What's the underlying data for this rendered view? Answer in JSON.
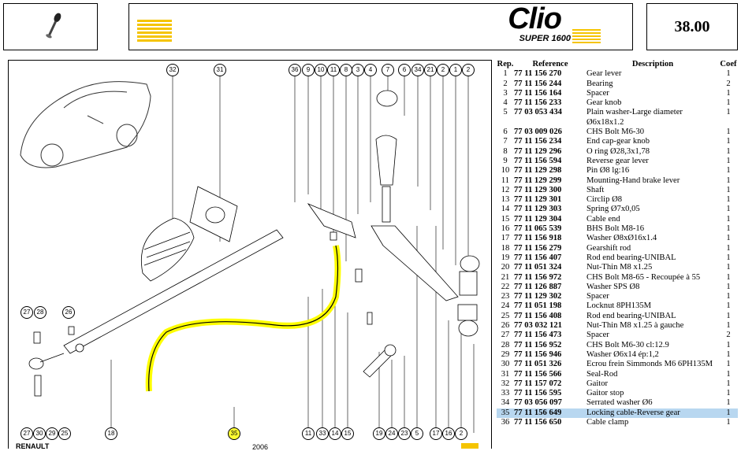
{
  "header": {
    "page_number": "38.00",
    "logo_text": "Clio",
    "logo_subtext": "SUPER 1600"
  },
  "diagram": {
    "top_callouts": [
      "32",
      "31",
      "36",
      "9",
      "10",
      "11",
      "8",
      "3",
      "4",
      "7",
      "6",
      "34",
      "21",
      "2",
      "1",
      "2"
    ],
    "left_callouts": [
      "27",
      "28",
      "26"
    ],
    "bottom_callouts": [
      "27",
      "30",
      "29",
      "25",
      "18",
      "35",
      "11",
      "33",
      "14",
      "15",
      "19",
      "24",
      "23",
      "5",
      "17",
      "16",
      "2"
    ],
    "footer_text": "RENAULT",
    "footer_year": "2006"
  },
  "table": {
    "headers": {
      "rep": "Rep.",
      "reference": "Reference",
      "description": "Description",
      "coef": "Coef"
    },
    "rows": [
      {
        "rep": "1",
        "ref": "77 11 156 270",
        "desc": "Gear lever",
        "coef": "1"
      },
      {
        "rep": "2",
        "ref": "77 11 156 244",
        "desc": "Bearing",
        "coef": "2"
      },
      {
        "rep": "3",
        "ref": "77 11 156 164",
        "desc": "Spacer",
        "coef": "1"
      },
      {
        "rep": "4",
        "ref": "77 11 156 233",
        "desc": "Gear knob",
        "coef": "1"
      },
      {
        "rep": "5",
        "ref": "77 03 053 434",
        "desc": "Plain washer-Large diameter Ø6x18x1.2",
        "coef": "1"
      },
      {
        "rep": "6",
        "ref": "77 03 009 026",
        "desc": "CHS Bolt M6-30",
        "coef": "1"
      },
      {
        "rep": "7",
        "ref": "77 11 156 234",
        "desc": "End cap-gear knob",
        "coef": "1"
      },
      {
        "rep": "8",
        "ref": "77 11 129 296",
        "desc": "O ring Ø28,3x1,78",
        "coef": "1"
      },
      {
        "rep": "9",
        "ref": "77 11 156 594",
        "desc": "Reverse gear lever",
        "coef": "1"
      },
      {
        "rep": "10",
        "ref": "77 11 129 298",
        "desc": "Pin Ø8 lg:16",
        "coef": "1"
      },
      {
        "rep": "11",
        "ref": "77 11 129 299",
        "desc": "Mounting-Hand brake lever",
        "coef": "1"
      },
      {
        "rep": "12",
        "ref": "77 11 129 300",
        "desc": "Shaft",
        "coef": "1"
      },
      {
        "rep": "13",
        "ref": "77 11 129 301",
        "desc": "Circlip Ø8",
        "coef": "1"
      },
      {
        "rep": "14",
        "ref": "77 11 129 303",
        "desc": "Spring Ø7x0,05",
        "coef": "1"
      },
      {
        "rep": "15",
        "ref": "77 11 129 304",
        "desc": "Cable end",
        "coef": "1"
      },
      {
        "rep": "16",
        "ref": "77 11 065 539",
        "desc": "BHS Bolt M8-16",
        "coef": "1"
      },
      {
        "rep": "17",
        "ref": "77 11 156 918",
        "desc": "Washer Ø8xØ16x1.4",
        "coef": "1"
      },
      {
        "rep": "18",
        "ref": "77 11 156 279",
        "desc": "Gearshift rod",
        "coef": "1"
      },
      {
        "rep": "19",
        "ref": "77 11 156 407",
        "desc": "Rod end bearing-UNIBAL",
        "coef": "1"
      },
      {
        "rep": "20",
        "ref": "77 11 051 324",
        "desc": "Nut-Thin M8 x1.25",
        "coef": "1"
      },
      {
        "rep": "21",
        "ref": "77 11 156 972",
        "desc": "CHS Bolt M8-65 - Recoupée à 55",
        "coef": "1"
      },
      {
        "rep": "22",
        "ref": "77 11 126 887",
        "desc": "Washer SPS Ø8",
        "coef": "1"
      },
      {
        "rep": "23",
        "ref": "77 11 129 302",
        "desc": "Spacer",
        "coef": "1"
      },
      {
        "rep": "24",
        "ref": "77 11 051 198",
        "desc": "Locknut 8PH135M",
        "coef": "1"
      },
      {
        "rep": "25",
        "ref": "77 11 156 408",
        "desc": "Rod end bearing-UNIBAL",
        "coef": "1"
      },
      {
        "rep": "26",
        "ref": "77 03 032 121",
        "desc": "Nut-Thin M8 x1.25 à gauche",
        "coef": "1"
      },
      {
        "rep": "27",
        "ref": "77 11 156 473",
        "desc": "Spacer",
        "coef": "2"
      },
      {
        "rep": "28",
        "ref": "77 11 156 952",
        "desc": "CHS Bolt M6-30 cl:12.9",
        "coef": "1"
      },
      {
        "rep": "29",
        "ref": "77 11 156 946",
        "desc": "Washer Ø6x14 ép:1,2",
        "coef": "1"
      },
      {
        "rep": "30",
        "ref": "77 11 051 326",
        "desc": "Ecrou frein Simmonds M6 6PH135M",
        "coef": "1"
      },
      {
        "rep": "31",
        "ref": "77 11 156 566",
        "desc": "Seal-Rod",
        "coef": "1"
      },
      {
        "rep": "32",
        "ref": "77 11 157 072",
        "desc": "Gaitor",
        "coef": "1"
      },
      {
        "rep": "33",
        "ref": "77 11 156 595",
        "desc": "Gaitor stop",
        "coef": "1"
      },
      {
        "rep": "34",
        "ref": "77 03 056 097",
        "desc": "Serrated washer Ø6",
        "coef": "1"
      },
      {
        "rep": "35",
        "ref": "77 11 156 649",
        "desc": "Locking cable-Reverse gear",
        "coef": "1",
        "highlight": true
      },
      {
        "rep": "36",
        "ref": "77 11 156 650",
        "desc": "Cable clamp",
        "coef": "1"
      }
    ]
  }
}
